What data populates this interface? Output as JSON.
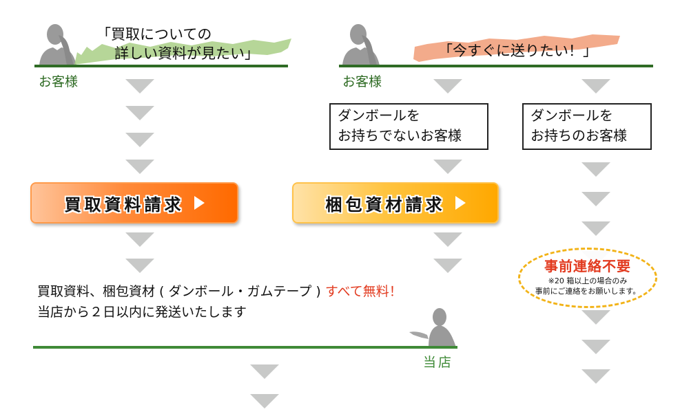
{
  "left_flow": {
    "customer_quote_line1": "「買取についての",
    "customer_quote_line2": "詳しい資料が見たい」",
    "customer_label": "お客様",
    "button_label": "買取資料請求",
    "button_icon": "play-triangle-icon"
  },
  "right_flow": {
    "customer_quote": "「今すぐに送りたい！」",
    "customer_label": "お客様",
    "branch_no_box": {
      "line1": "ダンボールを",
      "line2": "お持ちでないお客様"
    },
    "branch_has_box": {
      "line1": "ダンボールを",
      "line2": "お持ちのお客様"
    },
    "button_label": "梱包資材請求",
    "button_icon": "play-triangle-icon",
    "notice": {
      "title": "事前連絡不要",
      "note_line1": "※20 箱以上の場合のみ",
      "note_line2": "事前にご連絡をお願いします。"
    }
  },
  "shop_section": {
    "message_line1_prefix": "買取資料、梱包資材 ( ダンボール・ガムテープ ) ",
    "message_line1_highlight": "すべて無料！",
    "message_line2": "当店から２日以内に発送いたします",
    "shop_label": "当店"
  },
  "colors": {
    "line_green": "#2f6b25",
    "label_green": "#2d6a22",
    "arrow_gray": "#c8c9c8",
    "brush_green": "#a9cf86",
    "brush_orange": "#f2a27e",
    "button_orange_start": "#ffb27a",
    "button_orange_end": "#ff6a00",
    "button_yellow_start": "#ffd98a",
    "button_yellow_end": "#ffaa00",
    "highlight_red": "#e23a1f",
    "dashed_yellow": "#f2b318"
  }
}
